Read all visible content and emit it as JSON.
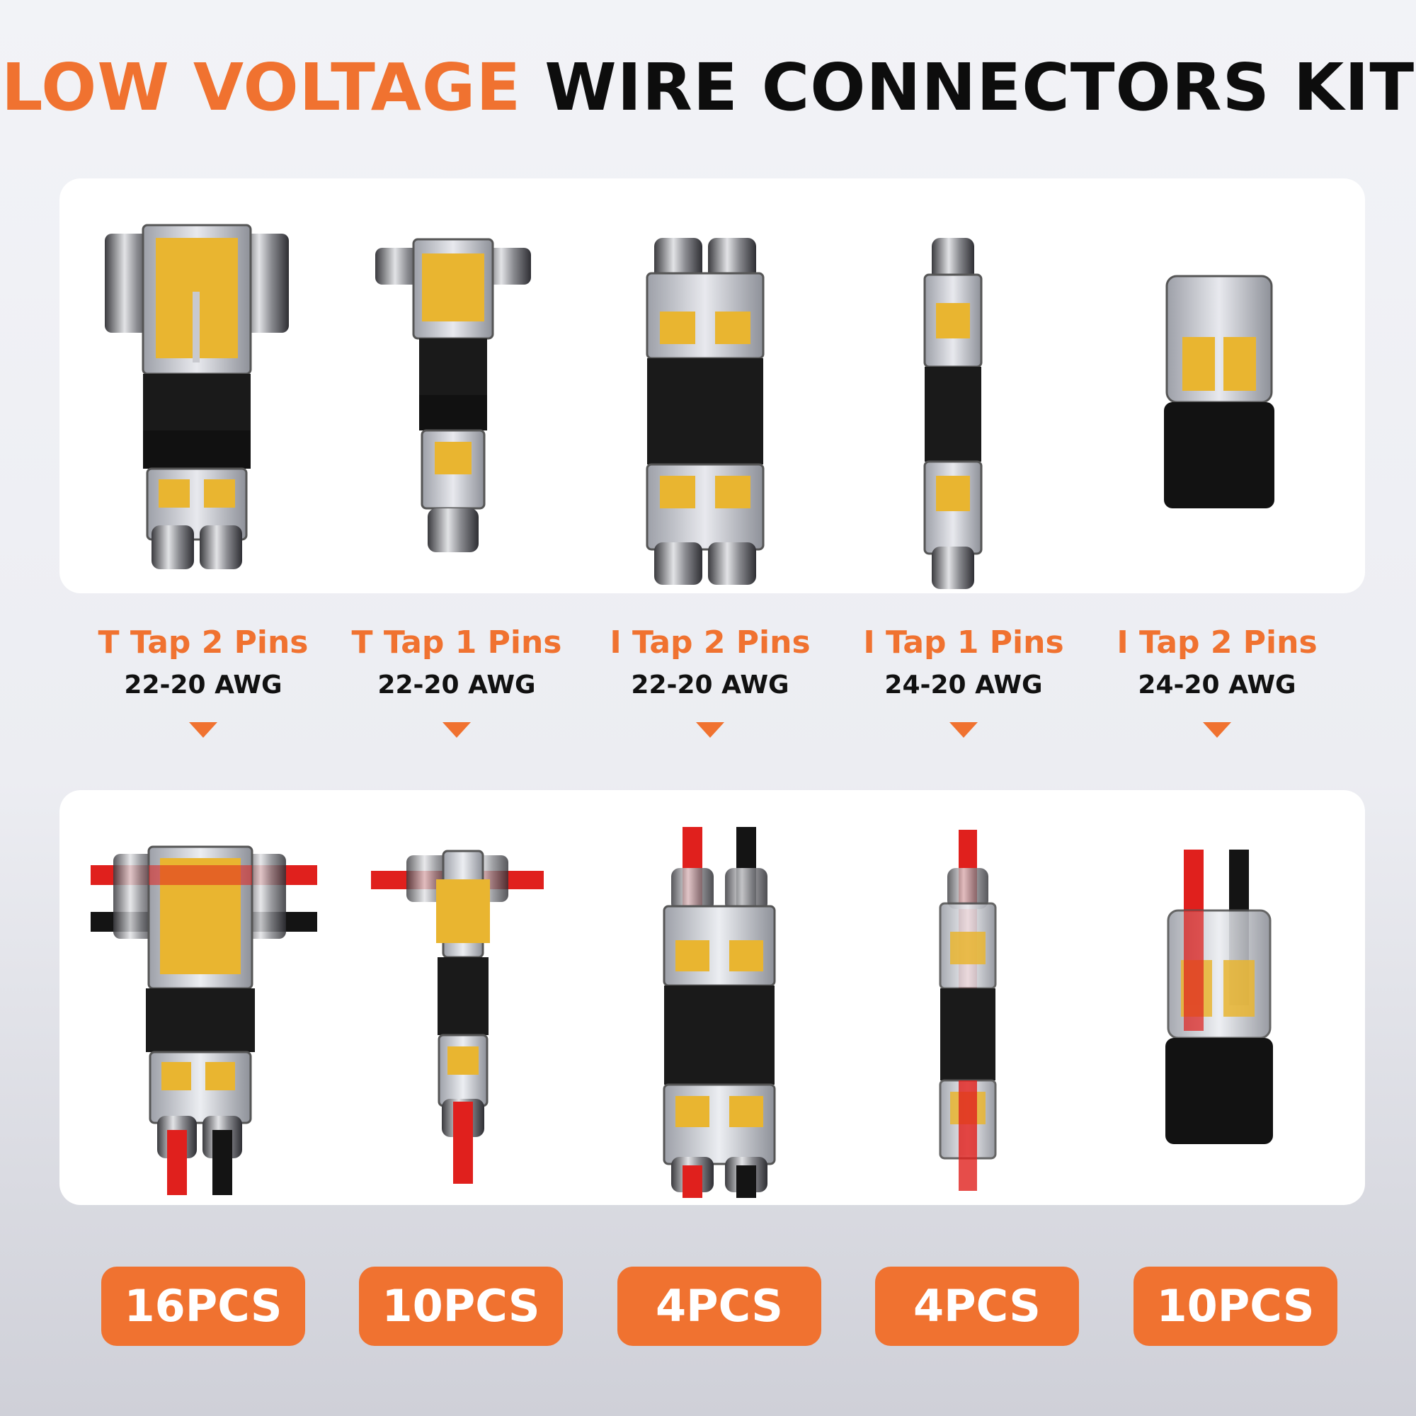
{
  "title": {
    "accent": "LOW VOLTAGE",
    "rest": "WIRE CONNECTORS KIT"
  },
  "colors": {
    "accent": "#f07230",
    "text_dark": "#0d0d0d",
    "connector_gold": "#e9b530",
    "connector_black": "#1a1a1a",
    "wire_red": "#e0201d",
    "wire_black": "#141414"
  },
  "products": [
    {
      "name": "T Tap 2 Pins",
      "awg": "22-20 AWG",
      "qty": "16PCS"
    },
    {
      "name": "T Tap 1 Pins",
      "awg": "22-20 AWG",
      "qty": "10PCS"
    },
    {
      "name": "I Tap 2 Pins",
      "awg": "22-20 AWG",
      "qty": "4PCS"
    },
    {
      "name": "I Tap 1 Pins",
      "awg": "24-20 AWG",
      "qty": "4PCS"
    },
    {
      "name": "I Tap 2 Pins",
      "awg": "24-20 AWG",
      "qty": "10PCS"
    }
  ]
}
